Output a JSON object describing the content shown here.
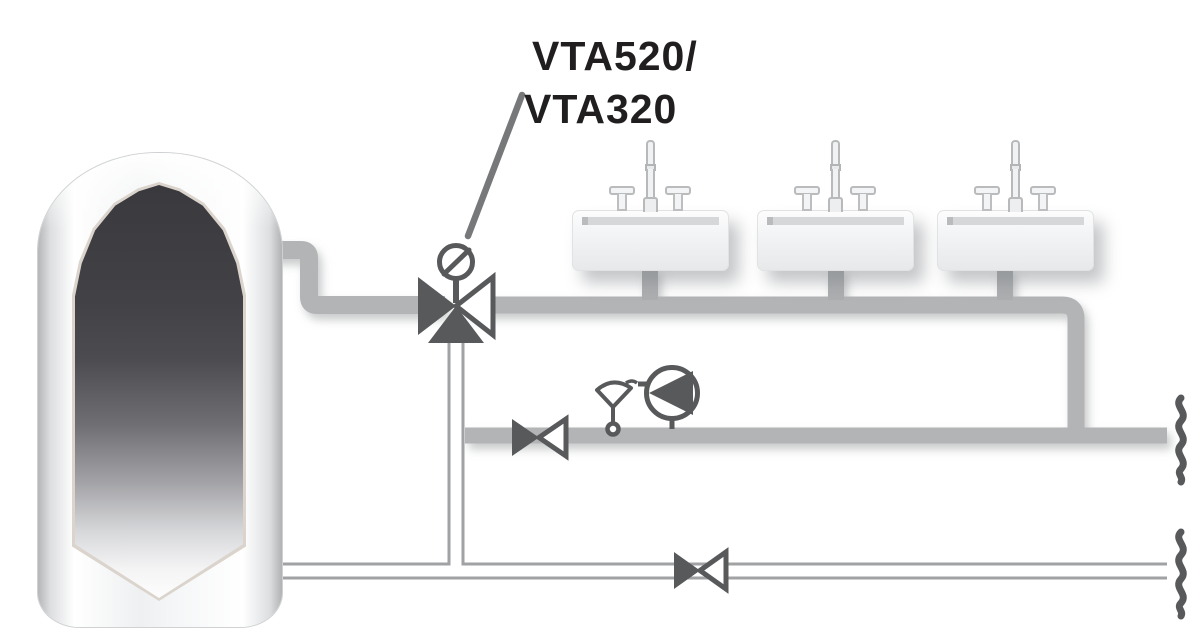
{
  "label": {
    "line1": "VTA520/",
    "line2": "VTA320"
  },
  "icons": [
    "storage-tank",
    "thermostatic-mixing-valve-icon",
    "actuator-knob-icon",
    "wash-basin",
    "faucet-icon",
    "tap-handle-icon",
    "basin-drain-pipe",
    "circulation-shutoff-valve-icon",
    "temperature-sensor-icon",
    "circulation-pump-icon",
    "cold-supply-shutoff-valve-icon",
    "pipe-break-icon",
    "leader-line"
  ],
  "colors": {
    "background": "#ffffff",
    "pipe_gray": "#b2b4b6",
    "drain_gray": "#acaeb0",
    "thin_pipe_outline": "#a0a2a4",
    "symbol_dark": "#58595b",
    "leader_gray": "#77787a",
    "label_text": "#211e1f",
    "tank_interior_dark": "#3a3a3e"
  }
}
